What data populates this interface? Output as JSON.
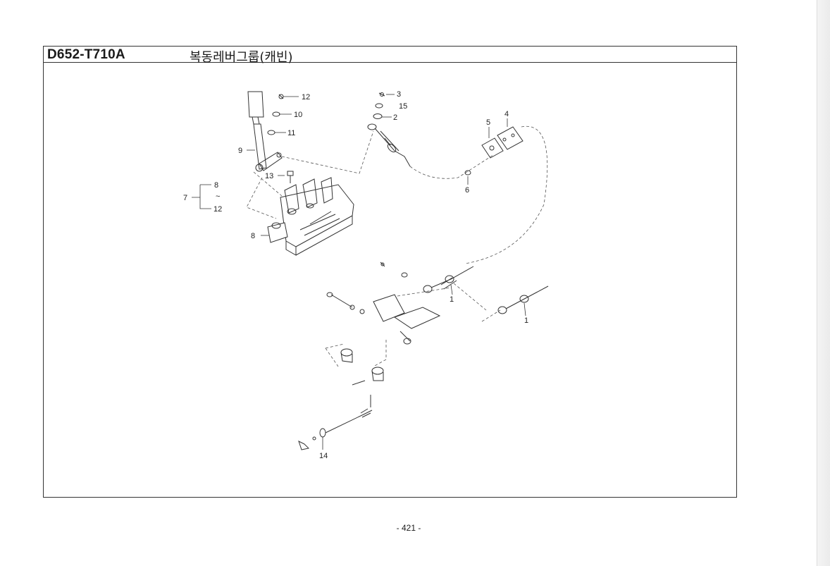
{
  "header": {
    "code": "D652-T710A",
    "name": "복동레버그룹(캐빈)"
  },
  "callouts": {
    "c1a": "1",
    "c1b": "1",
    "c2": "2",
    "c3": "3",
    "c4": "4",
    "c5": "5",
    "c6": "6",
    "c7": "7",
    "c8a": "8",
    "c8b": "8",
    "c9": "9",
    "c10": "10",
    "c11": "11",
    "c12a": "12",
    "c12b": "12",
    "c13": "13",
    "c14": "14",
    "c15": "15",
    "tilde": "~"
  },
  "footer": {
    "page": "- 421 -"
  }
}
